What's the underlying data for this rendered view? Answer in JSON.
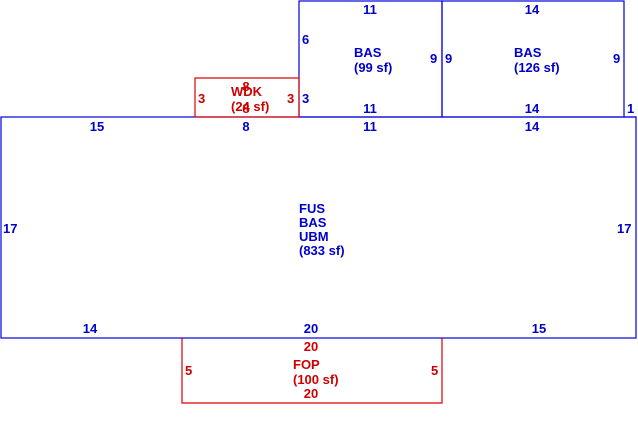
{
  "colors": {
    "main": "#0000cc",
    "attached": "#cc0000",
    "background": "#ffffff"
  },
  "areas": {
    "bas_left": {
      "code": "BAS",
      "area": "(99 sf)",
      "top": "11",
      "left": "6",
      "right": "9",
      "bottom": "11"
    },
    "bas_right": {
      "code": "BAS",
      "area": "(126 sf)",
      "top": "14",
      "left": "9",
      "right": "9",
      "bottom": "14",
      "side_small": "1"
    },
    "wdk": {
      "code": "WDK",
      "area": "(24 sf)",
      "top": "8",
      "left": "3",
      "right": "3",
      "bottom": "8",
      "inner_left": "3"
    },
    "main": {
      "line1": "FUS",
      "line2": "BAS",
      "line3": "UBM",
      "area": "(833 sf)",
      "top_left": "15",
      "top_mid": "11",
      "top_right": "14",
      "left": "17",
      "right": "17",
      "bottom_left": "14",
      "bottom_mid": "20",
      "bottom_right": "15"
    },
    "fop": {
      "code": "FOP",
      "area": "(100 sf)",
      "top": "20",
      "left": "5",
      "right": "5",
      "bottom": "20"
    }
  }
}
